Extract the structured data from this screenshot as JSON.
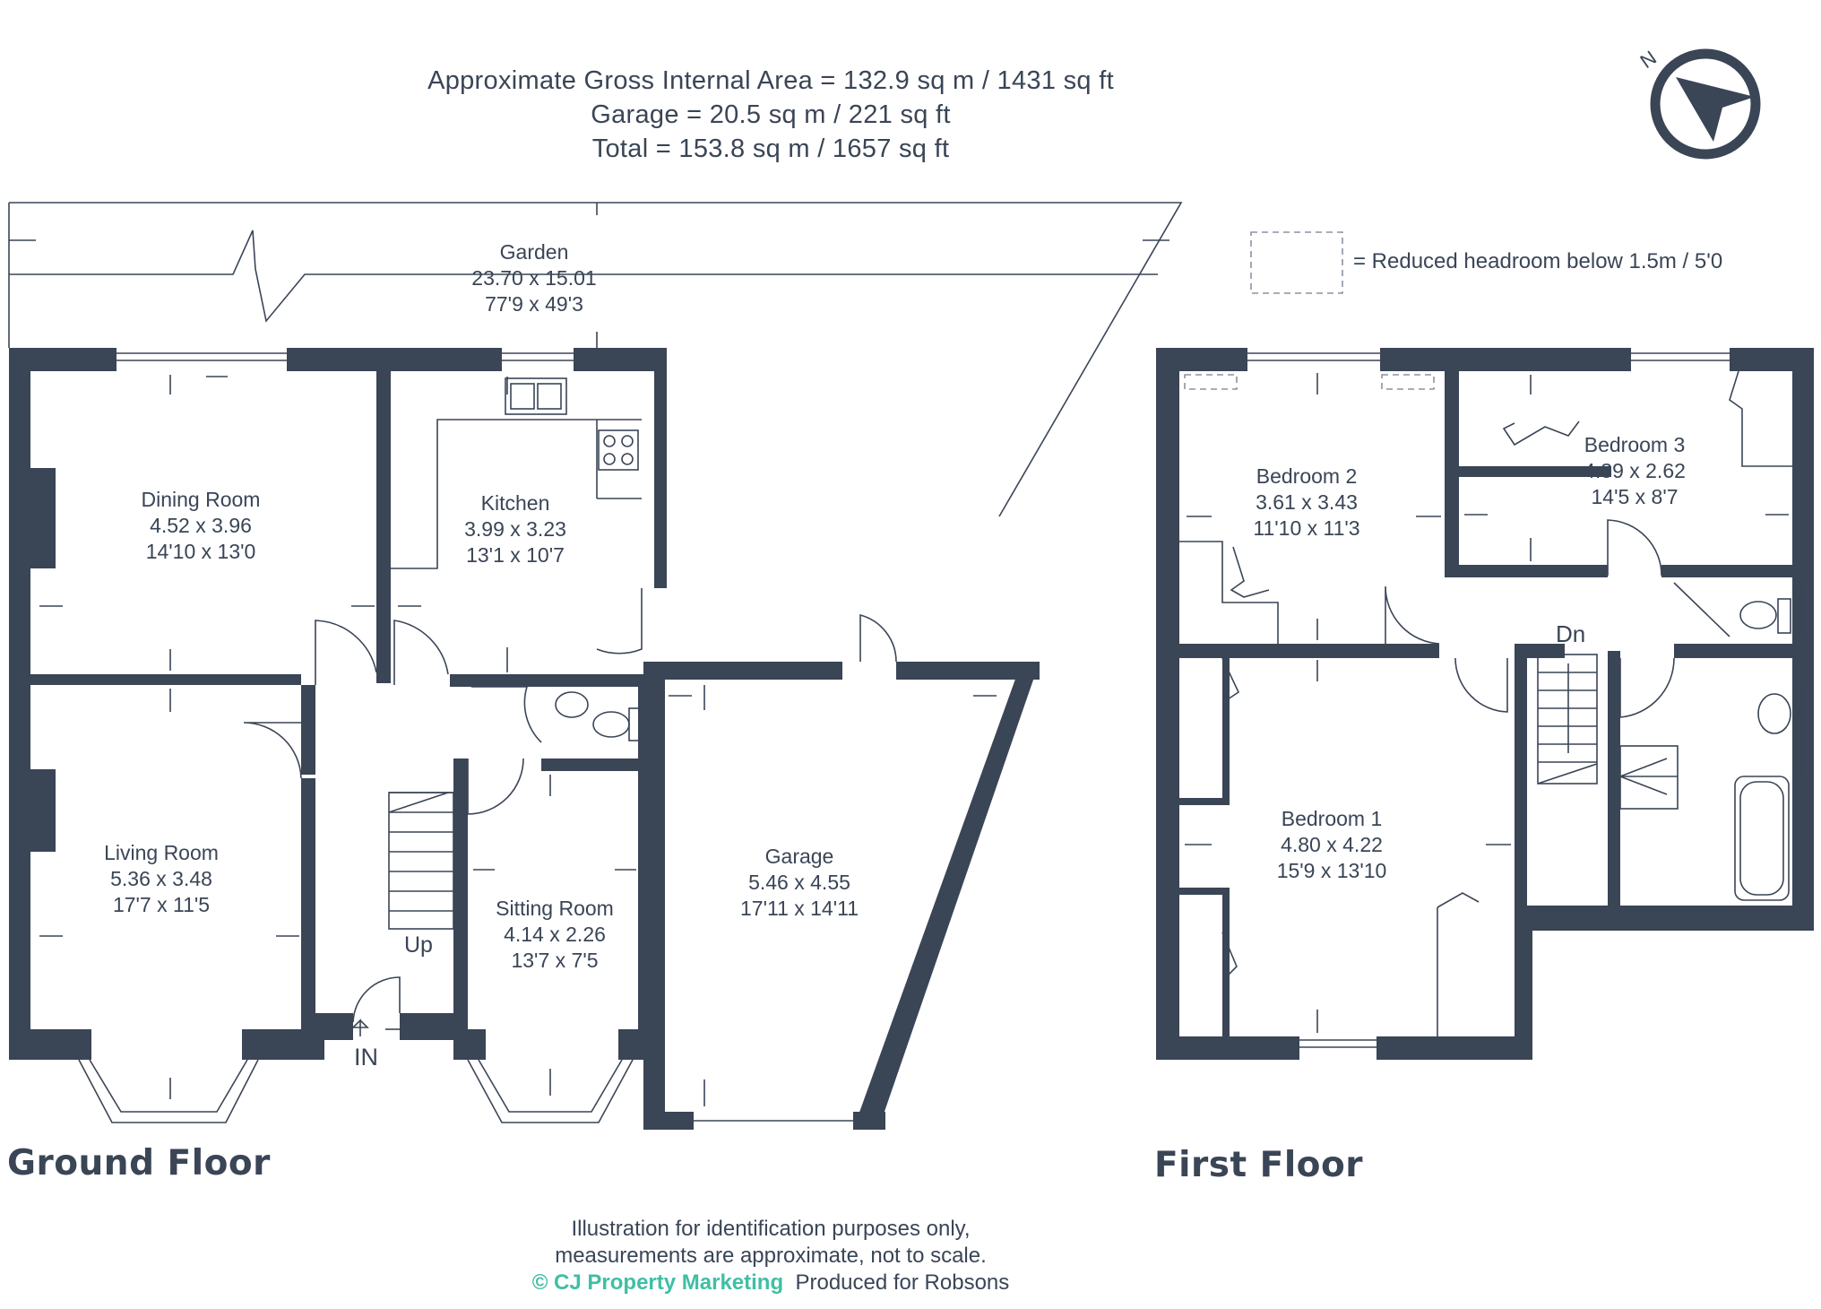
{
  "header": {
    "line1": "Approximate Gross Internal Area = 132.9 sq m / 1431 sq ft",
    "line2": "Garage = 20.5 sq m / 221 sq ft",
    "line3": "Total = 153.8 sq m / 1657 sq ft"
  },
  "compass": {
    "label": "N",
    "icon": "compass-icon"
  },
  "legend": {
    "text": "= Reduced headroom below 1.5m / 5'0"
  },
  "ground_floor": {
    "title": "Ground Floor",
    "rooms": {
      "garden": {
        "name": "Garden",
        "metric": "23.70 x 15.01",
        "imperial": "77'9 x 49'3"
      },
      "dining": {
        "name": "Dining Room",
        "metric": "4.52 x 3.96",
        "imperial": "14'10 x 13'0"
      },
      "kitchen": {
        "name": "Kitchen",
        "metric": "3.99 x 3.23",
        "imperial": "13'1 x 10'7"
      },
      "living": {
        "name": "Living Room",
        "metric": "5.36 x 3.48",
        "imperial": "17'7 x 11'5"
      },
      "sitting": {
        "name": "Sitting Room",
        "metric": "4.14 x 2.26",
        "imperial": "13'7 x 7'5"
      },
      "garage": {
        "name": "Garage",
        "metric": "5.46 x 4.55",
        "imperial": "17'11 x 14'11"
      }
    },
    "up_label": "Up",
    "in_label": "IN"
  },
  "first_floor": {
    "title": "First Floor",
    "rooms": {
      "bedroom2": {
        "name": "Bedroom 2",
        "metric": "3.61 x 3.43",
        "imperial": "11'10 x 11'3"
      },
      "bedroom3": {
        "name": "Bedroom 3",
        "metric": "4.39 x 2.62",
        "imperial": "14'5 x 8'7"
      },
      "bedroom1": {
        "name": "Bedroom 1",
        "metric": "4.80 x 4.22",
        "imperial": "15'9 x 13'10"
      }
    },
    "dn_label": "Dn"
  },
  "footer": {
    "line1": "Illustration for identification purposes only,",
    "line2": "measurements are approximate, not to scale.",
    "brand": "© CJ Property Marketing",
    "produced": "Produced for Robsons"
  },
  "colors": {
    "wall": "#3a4556",
    "brand": "#3fbfa4",
    "background": "#ffffff"
  }
}
